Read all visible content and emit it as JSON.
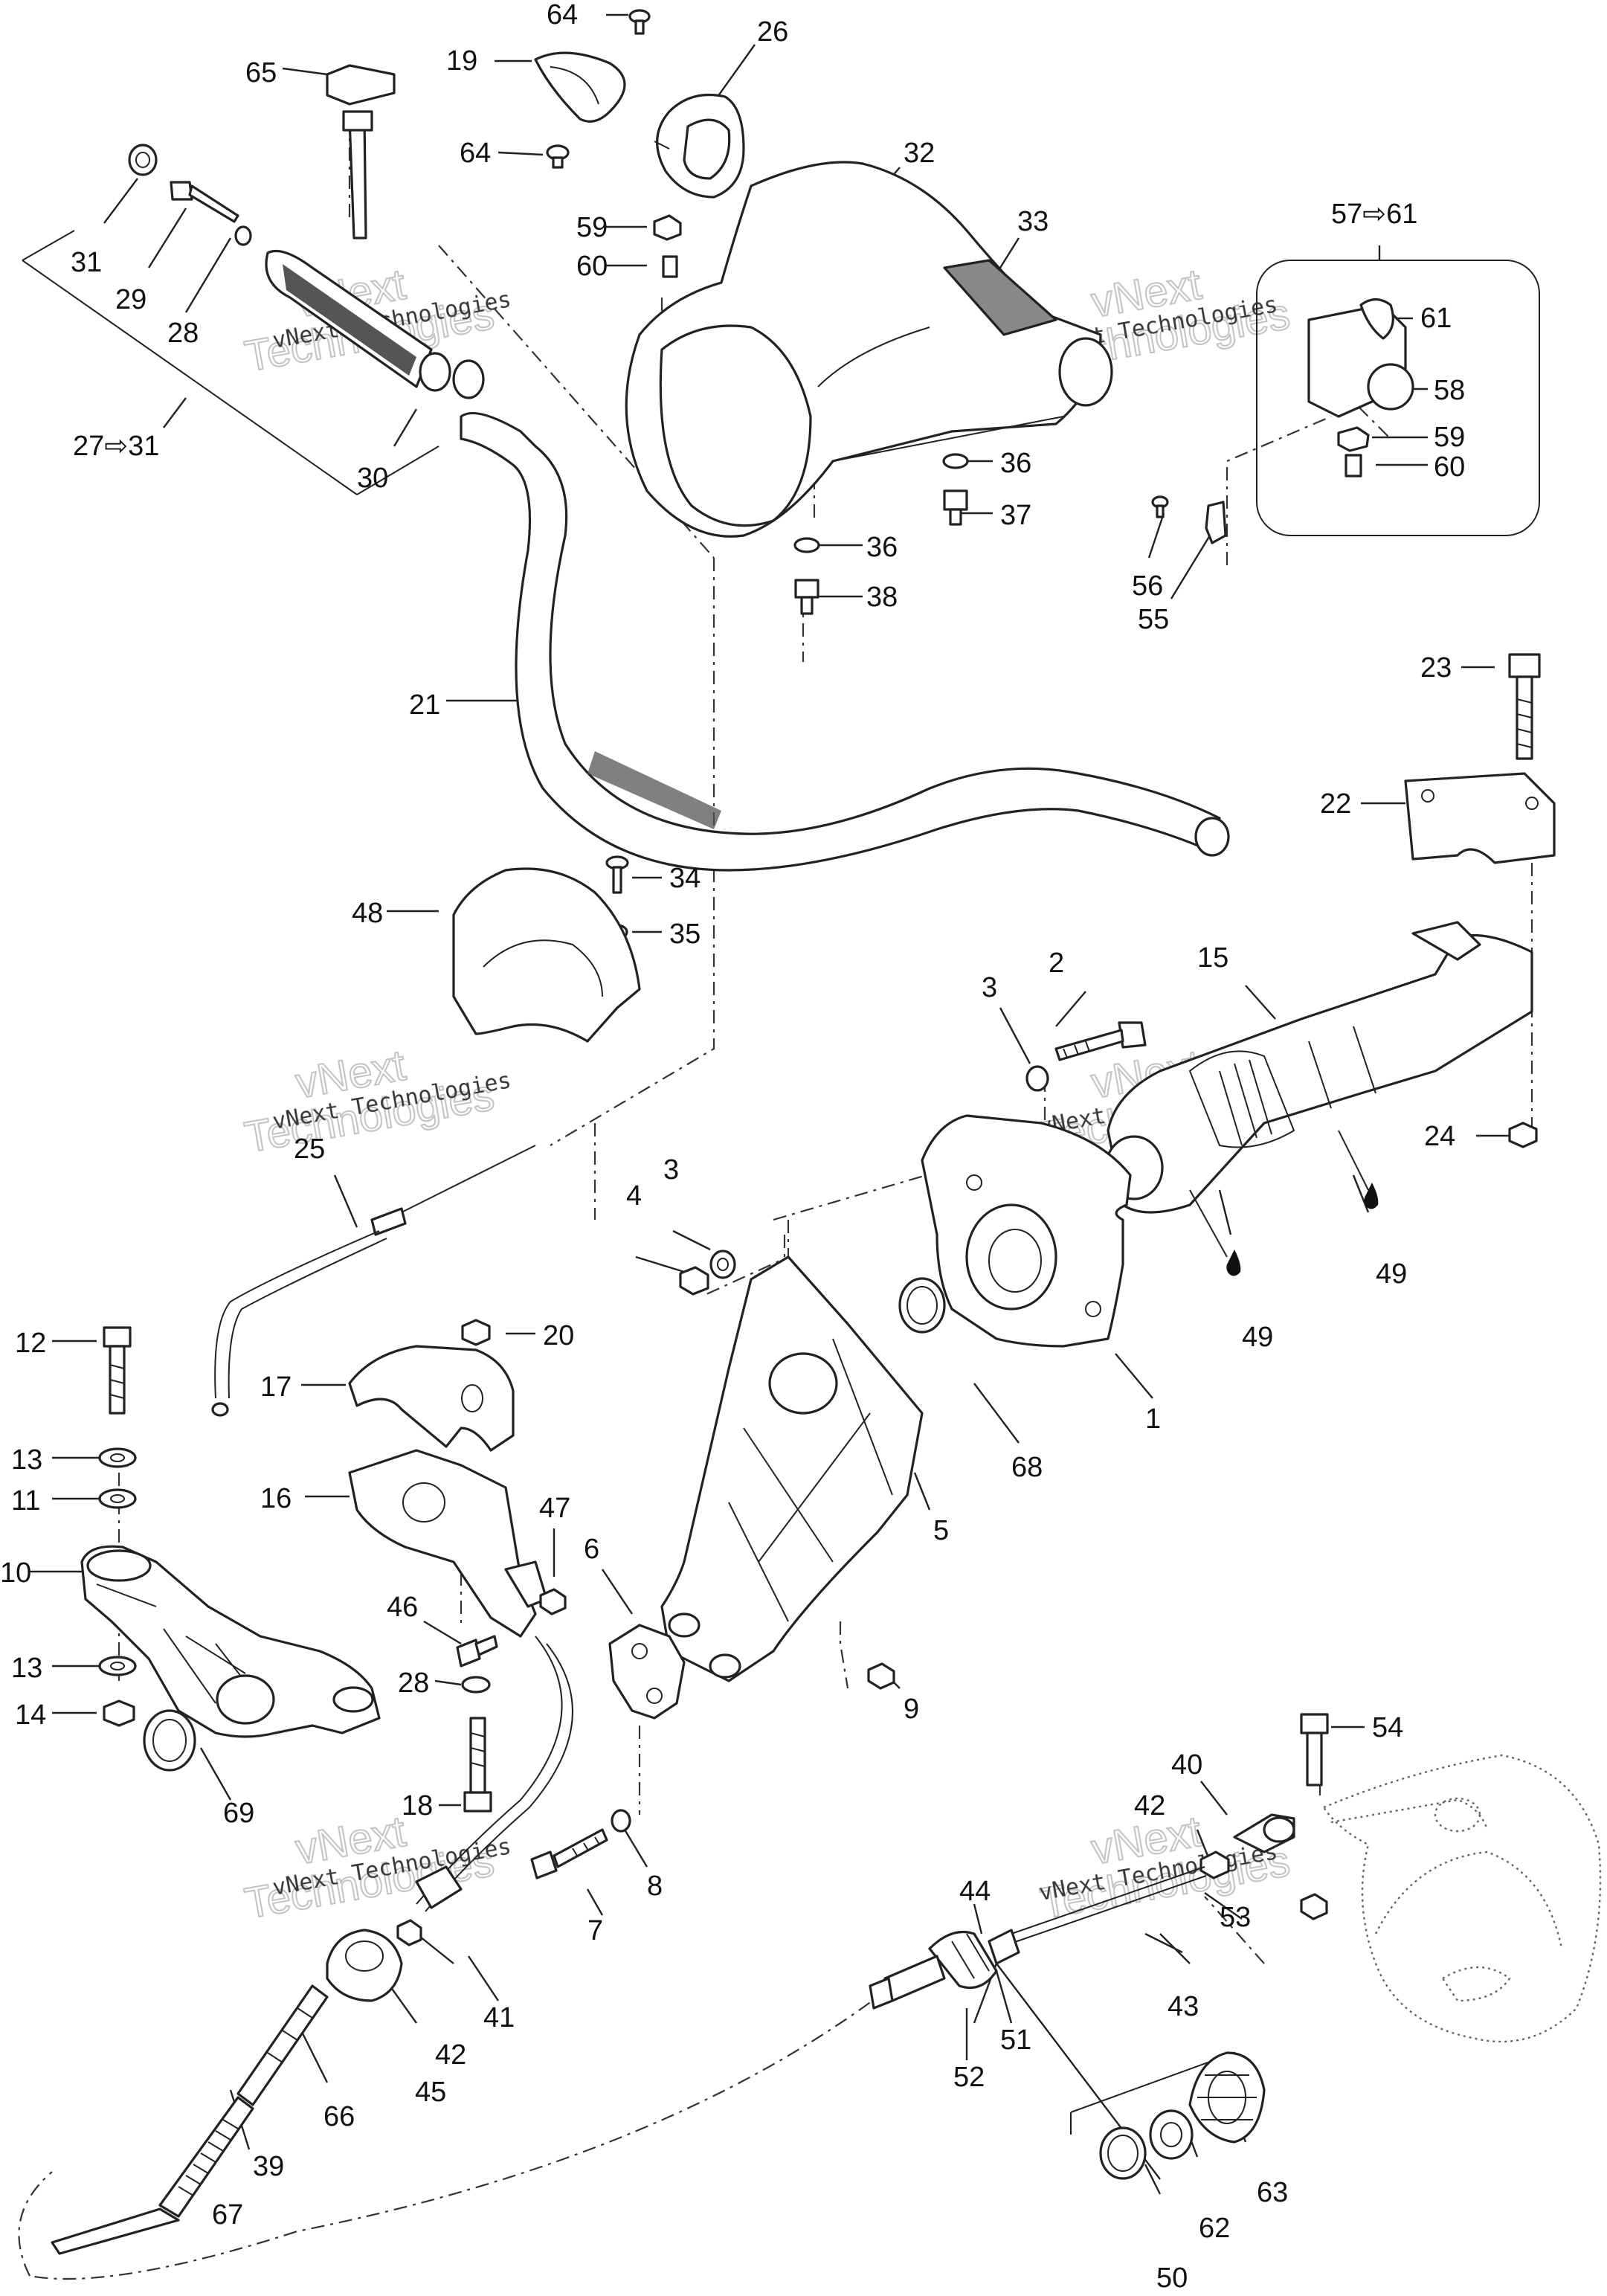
{
  "watermark": {
    "line1": "vNext",
    "line2": "Technologies",
    "small": "vNext Technologies"
  },
  "callouts": [
    {
      "id": "c64a",
      "text": "64"
    },
    {
      "id": "c26",
      "text": "26"
    },
    {
      "id": "c19",
      "text": "19"
    },
    {
      "id": "c65",
      "text": "65"
    },
    {
      "id": "c64b",
      "text": "64"
    },
    {
      "id": "c32",
      "text": "32"
    },
    {
      "id": "c59a",
      "text": "59"
    },
    {
      "id": "c60a",
      "text": "60"
    },
    {
      "id": "c33",
      "text": "33"
    },
    {
      "id": "c57",
      "text": "57⇨61"
    },
    {
      "id": "c61",
      "text": "61"
    },
    {
      "id": "c58",
      "text": "58"
    },
    {
      "id": "c59b",
      "text": "59"
    },
    {
      "id": "c60b",
      "text": "60"
    },
    {
      "id": "c31",
      "text": "31"
    },
    {
      "id": "c29",
      "text": "29"
    },
    {
      "id": "c28a",
      "text": "28"
    },
    {
      "id": "c27",
      "text": "27⇨31"
    },
    {
      "id": "c30",
      "text": "30"
    },
    {
      "id": "c36a",
      "text": "36"
    },
    {
      "id": "c37",
      "text": "37"
    },
    {
      "id": "c36b",
      "text": "36"
    },
    {
      "id": "c38",
      "text": "38"
    },
    {
      "id": "c56",
      "text": "56"
    },
    {
      "id": "c55",
      "text": "55"
    },
    {
      "id": "c23",
      "text": "23"
    },
    {
      "id": "c21",
      "text": "21"
    },
    {
      "id": "c22",
      "text": "22"
    },
    {
      "id": "c34",
      "text": "34"
    },
    {
      "id": "c48",
      "text": "48"
    },
    {
      "id": "c35",
      "text": "35"
    },
    {
      "id": "c15",
      "text": "15"
    },
    {
      "id": "c2",
      "text": "2"
    },
    {
      "id": "c3a",
      "text": "3"
    },
    {
      "id": "c24",
      "text": "24"
    },
    {
      "id": "c25",
      "text": "25"
    },
    {
      "id": "c3b",
      "text": "3"
    },
    {
      "id": "c4",
      "text": "4"
    },
    {
      "id": "c49a",
      "text": "49"
    },
    {
      "id": "c49b",
      "text": "49"
    },
    {
      "id": "c12",
      "text": "12"
    },
    {
      "id": "c20",
      "text": "20"
    },
    {
      "id": "c17",
      "text": "17"
    },
    {
      "id": "c1",
      "text": "1"
    },
    {
      "id": "c13a",
      "text": "13"
    },
    {
      "id": "c68",
      "text": "68"
    },
    {
      "id": "c11",
      "text": "11"
    },
    {
      "id": "c16",
      "text": "16"
    },
    {
      "id": "c5",
      "text": "5"
    },
    {
      "id": "c47",
      "text": "47"
    },
    {
      "id": "c10",
      "text": "10"
    },
    {
      "id": "c6",
      "text": "6"
    },
    {
      "id": "c46",
      "text": "46"
    },
    {
      "id": "c13b",
      "text": "13"
    },
    {
      "id": "c28b",
      "text": "28"
    },
    {
      "id": "c14",
      "text": "14"
    },
    {
      "id": "c9",
      "text": "9"
    },
    {
      "id": "c54",
      "text": "54"
    },
    {
      "id": "c40",
      "text": "40"
    },
    {
      "id": "c18",
      "text": "18"
    },
    {
      "id": "c42a",
      "text": "42"
    },
    {
      "id": "c69",
      "text": "69"
    },
    {
      "id": "c8",
      "text": "8"
    },
    {
      "id": "c44",
      "text": "44"
    },
    {
      "id": "c53",
      "text": "53"
    },
    {
      "id": "c7",
      "text": "7"
    },
    {
      "id": "c41",
      "text": "41"
    },
    {
      "id": "c42b",
      "text": "42"
    },
    {
      "id": "c43",
      "text": "43"
    },
    {
      "id": "c45",
      "text": "45"
    },
    {
      "id": "c51",
      "text": "51"
    },
    {
      "id": "c66",
      "text": "66"
    },
    {
      "id": "c52",
      "text": "52"
    },
    {
      "id": "c39",
      "text": "39"
    },
    {
      "id": "c63",
      "text": "63"
    },
    {
      "id": "c67",
      "text": "67"
    },
    {
      "id": "c62",
      "text": "62"
    },
    {
      "id": "c50",
      "text": "50"
    }
  ]
}
